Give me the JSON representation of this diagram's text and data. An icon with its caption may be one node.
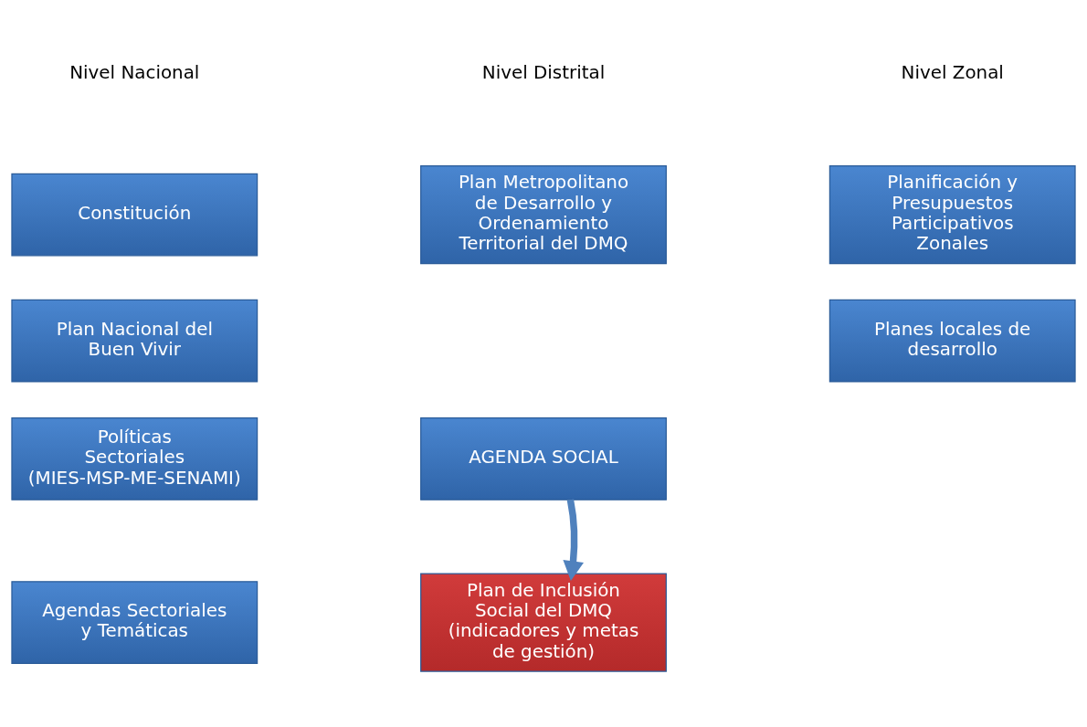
{
  "diagram": {
    "nodes": [
      {
        "text": [
          "Constitución"
        ]
      },
      {
        "text": [
          "Plan Nacional del Buen Vivir"
        ]
      },
      {
        "text": [
          "Políticas Sectoriales (MIES-MSP-ME-SENAMI)"
        ]
      },
      {
        "text": [
          "Agendas Sectoriales y Temáticas"
        ]
      },
      {
        "text": [
          "Plan Metropolitano de Desarrollo y Ordenamiento Territorial del DMQ"
        ]
      },
      {
        "text": [
          "AGENDA SOCIAL"
        ]
      },
      {
        "text": [
          "Plan de Inclusión Social del DMQ (indicadores y metas de gestión)"
        ]
      },
      {
        "text": [
          "Planificación y Presupuestos Participativos Zonales"
        ]
      },
      {
        "text": [
          "Planes locales de desarrollo"
        ]
      }
    ],
    "edges": [
      {
        "from": 5,
        "to": 6,
        "arrow": "to"
      }
    ],
    "labels": [
      "Nivel Nacional",
      "Nivel Distrital",
      "Nivel Zonal"
    ]
  }
}
